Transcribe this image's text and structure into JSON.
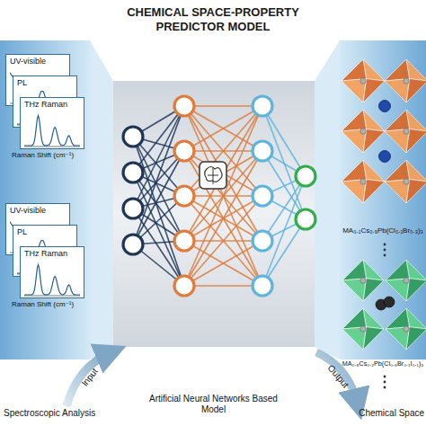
{
  "diagram": {
    "title": "CHEMICAL SPACE-PROPERTY PREDICTOR MODEL",
    "nodes": [
      {
        "text": [
          "UV-visible"
        ]
      },
      {
        "text": [
          "PL"
        ]
      },
      {
        "text": [
          "THz Raman",
          "Raman Shift (cm⁻¹)"
        ]
      },
      {
        "text": [
          "UV-visible"
        ]
      },
      {
        "text": [
          "PL"
        ]
      },
      {
        "text": [
          "THz Raman",
          "Raman Shift (cm⁻¹)"
        ]
      }
    ],
    "labels": [
      "MA₀.₁Cs₀.₉Pb(Cl₀.₁Br₀.₃)₃",
      "MA₀.₈Cs₀.₂Pb(Cl₀.₈Br₀.₁I₀.₁)₃",
      "Spectroscopic Analysis",
      "Input",
      "Artificial Neural Networks Based Model",
      "Output",
      "Chemical Space"
    ]
  }
}
